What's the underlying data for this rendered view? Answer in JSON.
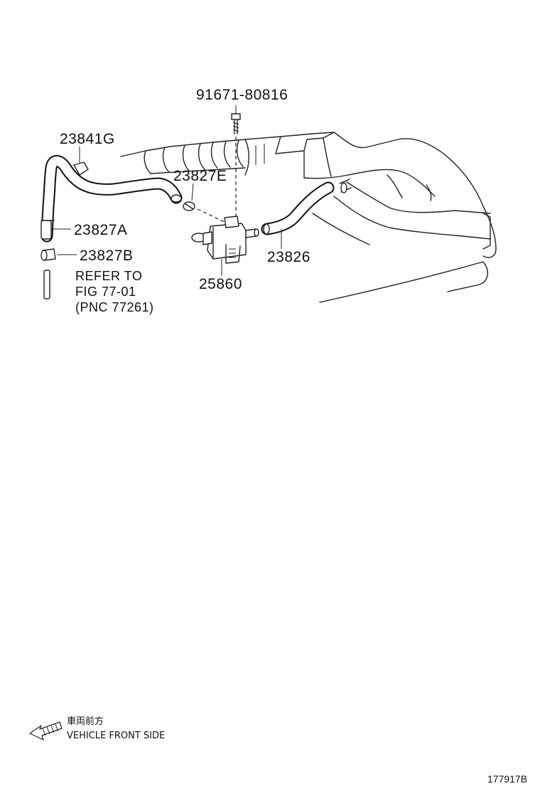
{
  "callouts": {
    "bolt": "91671-80816",
    "clamp_g": "23841G",
    "clamp_e": "23827E",
    "hose_a": "23827A",
    "clamp_b": "23827B",
    "hose": "23826",
    "valve": "25860"
  },
  "legend": {
    "refer_line1": "REFER TO",
    "refer_line2": "FIG 77-01",
    "refer_line3": "(PNC 77261)"
  },
  "direction": {
    "japanese": "車両前方",
    "english": "VEHICLE FRONT SIDE"
  },
  "diagram_id": "177917B"
}
